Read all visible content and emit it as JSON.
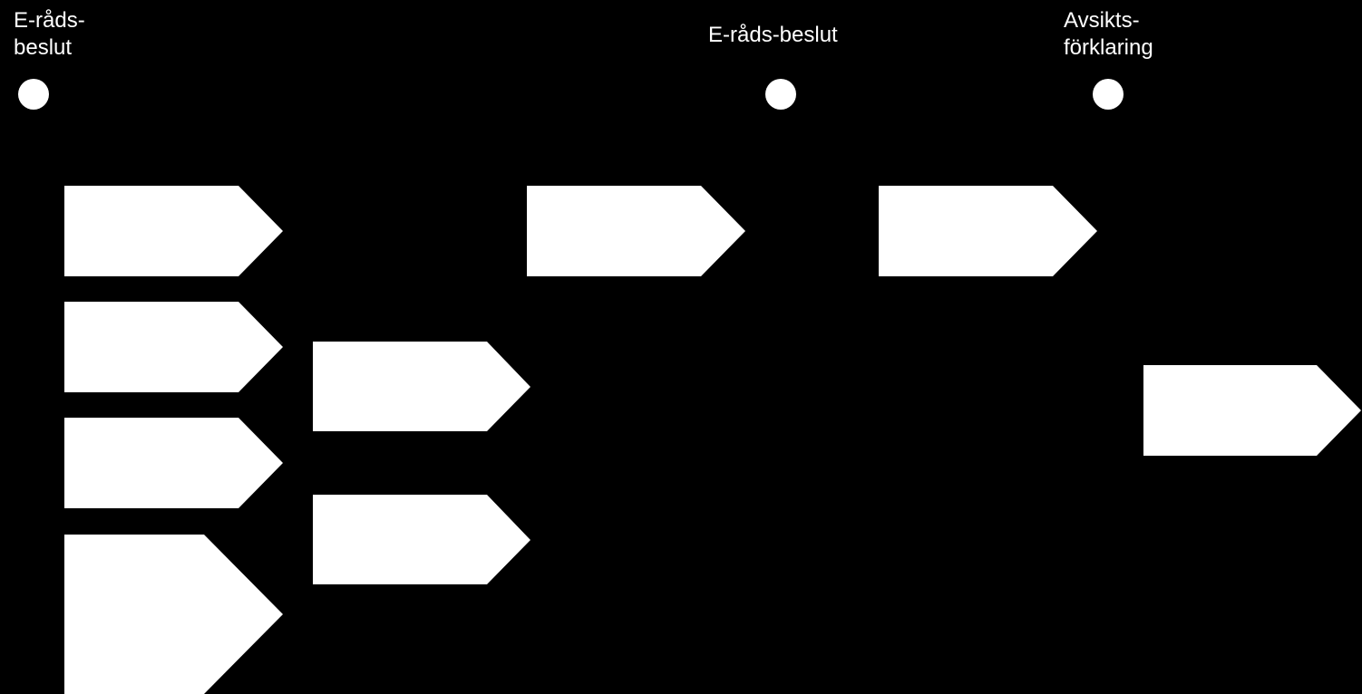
{
  "milestones": [
    {
      "id": "m1",
      "lines": [
        "E-råds-",
        "beslut"
      ]
    },
    {
      "id": "m2",
      "lines": [
        "E-råds-beslut"
      ]
    },
    {
      "id": "m3",
      "lines": [
        "Avsikts-",
        "förklaring"
      ]
    }
  ],
  "colors": {
    "background": "#000000",
    "shape_fill": "#ffffff",
    "text": "#ffffff"
  }
}
